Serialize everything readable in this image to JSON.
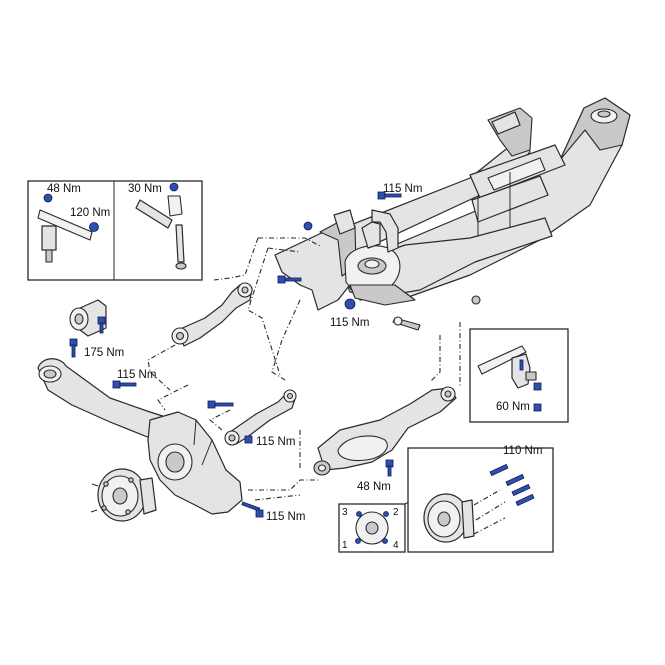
{
  "torques": {
    "t1": "48 Nm",
    "t2": "120 Nm",
    "t3": "30 Nm",
    "t4": "175 Nm",
    "t5": "115 Nm",
    "t6": "115 Nm",
    "t7": "115 Nm",
    "t8": "115 Nm",
    "t9": "115 Nm",
    "t10": "48 Nm",
    "t11": "60 Nm",
    "t12": "110 Nm"
  },
  "sequence": [
    "1",
    "2",
    "3",
    "4"
  ],
  "colors": {
    "fastener": "#2f4fae",
    "outline": "#2a2a2a",
    "metal": "#e4e4e6"
  }
}
